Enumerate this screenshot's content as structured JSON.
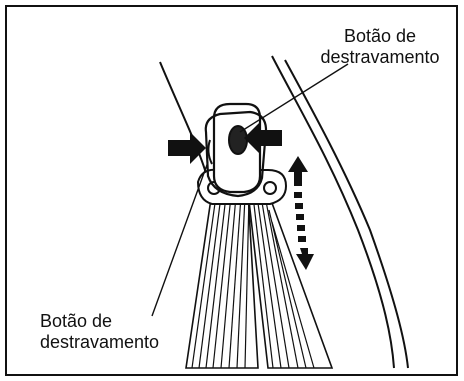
{
  "callouts": {
    "top": {
      "line1": "Botão de",
      "line2": "destravamento"
    },
    "bottom": {
      "line1": "Botão de",
      "line2": "destravamento"
    }
  },
  "colors": {
    "ink": "#111111",
    "paper": "#ffffff"
  },
  "icons": [
    "press-arrow-left-icon",
    "press-arrow-right-icon",
    "adjust-double-arrow-icon"
  ]
}
